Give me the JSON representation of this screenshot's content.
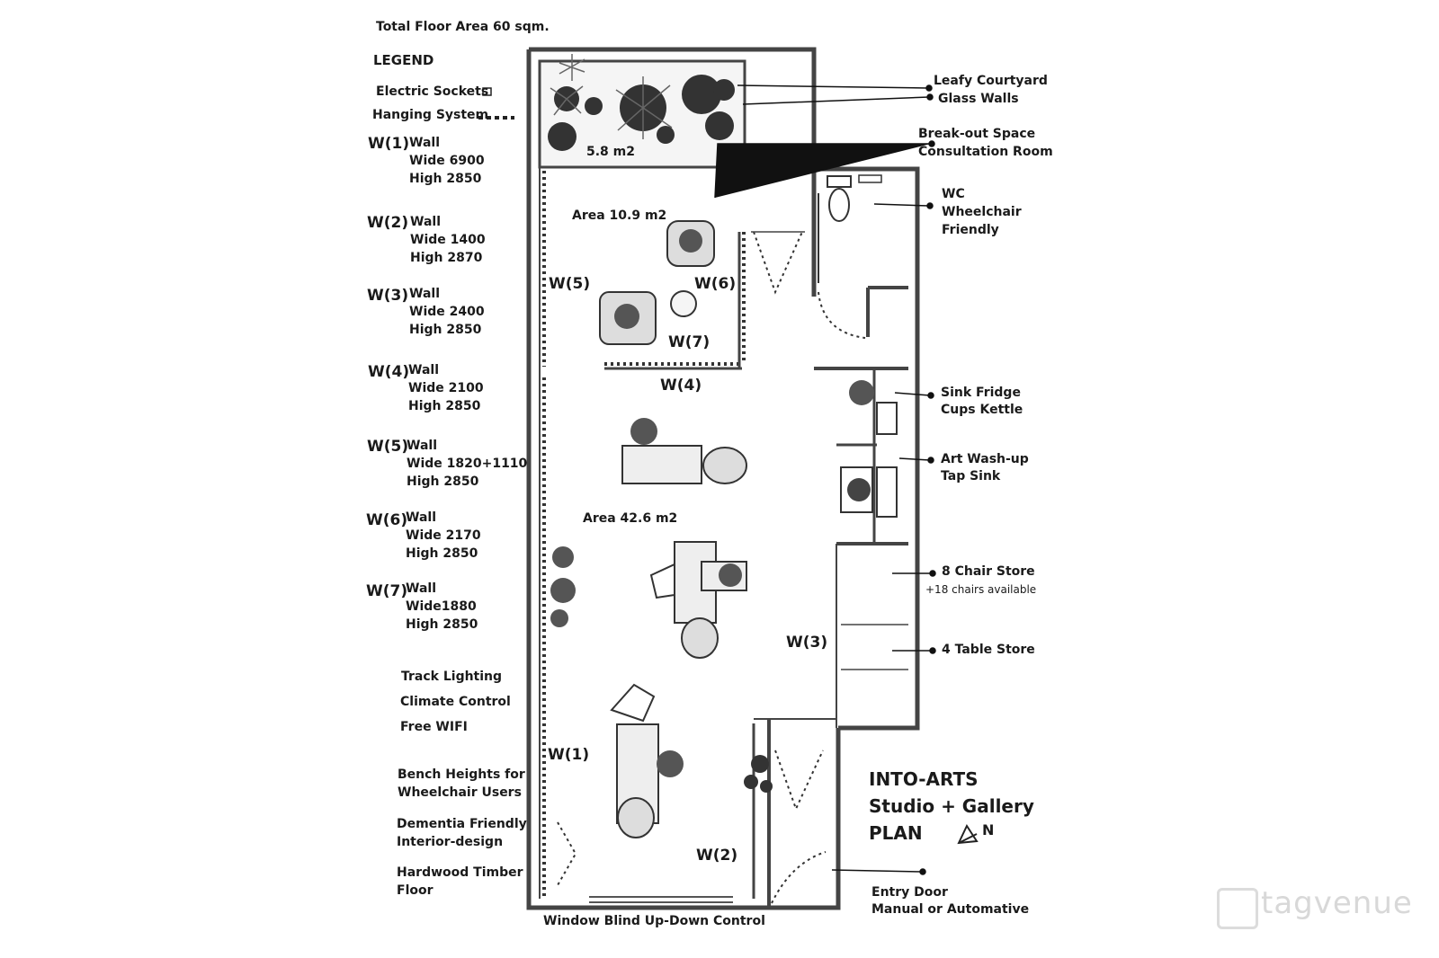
{
  "header": {
    "total_area": "Total Floor Area 60 sqm."
  },
  "legend": {
    "title": "LEGEND",
    "sockets": "Electric Sockets",
    "hanging": "Hanging System"
  },
  "walls": [
    {
      "code": "W(1)",
      "label": "Wall",
      "wide": "Wide 6900",
      "high": "High 2850"
    },
    {
      "code": "W(2)",
      "label": "Wall",
      "wide": "Wide 1400",
      "high": "High 2870"
    },
    {
      "code": "W(3)",
      "label": "Wall",
      "wide": "Wide 2400",
      "high": "High 2850"
    },
    {
      "code": "W(4)",
      "label": "Wall",
      "wide": "Wide 2100",
      "high": "High 2850"
    },
    {
      "code": "W(5)",
      "label": "Wall",
      "wide": "Wide 1820+1110",
      "high": "High 2850"
    },
    {
      "code": "W(6)",
      "label": "Wall",
      "wide": "Wide 2170",
      "high": "High 2850"
    },
    {
      "code": "W(7)",
      "label": "Wall",
      "wide": "Wide1880",
      "high": "High 2850"
    }
  ],
  "features": [
    "Track Lighting",
    "Climate Control",
    "Free WIFI",
    "Bench Heights for",
    "Wheelchair Users",
    "Dementia Friendly",
    "Interior-design",
    "Hardwood Timber",
    "Floor"
  ],
  "areas": {
    "courtyard": "5.8 m2",
    "consult": "Area 10.9 m2",
    "main": "Area 42.6 m2"
  },
  "callouts": {
    "leafy": "Leafy Courtyard",
    "glass": "Glass Walls",
    "breakout": "Break-out Space",
    "consultation": "Consultation Room",
    "wc1": "WC",
    "wc2": "Wheelchair",
    "wc3": "Friendly",
    "sink1": "Sink Fridge",
    "sink2": "Cups Kettle",
    "wash1": "Art Wash-up",
    "wash2": "Tap Sink",
    "chair1": "8 Chair Store",
    "chair2": "+18 chairs available",
    "table": "4 Table Store",
    "entry1": "Entry Door",
    "entry2": "Manual or Automative",
    "window": "Window Blind Up-Down Control"
  },
  "title": {
    "line1": "INTO-ARTS",
    "line2": "Studio + Gallery",
    "line3": "PLAN",
    "north": "N"
  },
  "watermark": "tagvenue"
}
